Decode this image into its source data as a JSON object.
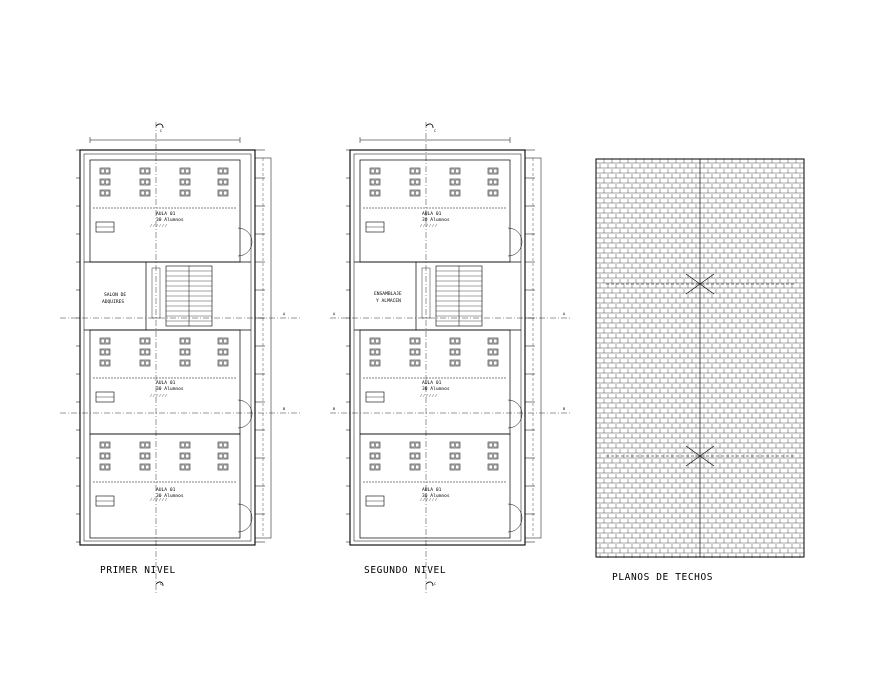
{
  "drawing": {
    "plans": [
      {
        "id": "primer",
        "caption": "PRIMER NIVEL",
        "hall_label": [
          "SALON DE",
          "ADQUIRES"
        ],
        "classroom_label": [
          "AULA 01",
          "30 Alumnos"
        ]
      },
      {
        "id": "segundo",
        "caption": "SEGUNDO NIVEL",
        "hall_label": [
          "ENSAMBLAJE",
          "Y ALMACEN"
        ],
        "classroom_label": [
          "AULA 01",
          "30 Alumnos"
        ]
      }
    ],
    "roof": {
      "caption": "PLANOS DE TECHOS"
    },
    "section_marks": {
      "a": "A",
      "b": "B",
      "c": "C"
    }
  },
  "colors": {
    "line": "#000000",
    "paper": "#ffffff"
  }
}
